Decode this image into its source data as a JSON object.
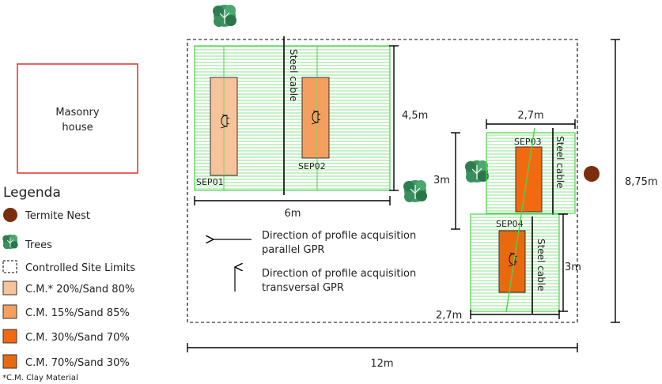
{
  "house": {
    "line1": "Masonry",
    "line2": "house"
  },
  "legend": {
    "title": "Legenda",
    "items": [
      {
        "label": "Termite Nest",
        "color": "#7a2e0e"
      },
      {
        "label": "Trees",
        "color": "#2f7d4f"
      },
      {
        "label": "Controlled Site Limits",
        "color": "#000000"
      },
      {
        "label": "C.M.* 20%/Sand 80%",
        "color": "#f7c39a"
      },
      {
        "label": "C.M. 15%/Sand 85%",
        "color": "#f3a05e"
      },
      {
        "label": "C.M. 30%/Sand 70%",
        "color": "#f26a0f"
      },
      {
        "label": "C.M. 70%/Sand 30%",
        "color": "#e86a10"
      }
    ],
    "footnote": "*C.M. Clay Material"
  },
  "left_plot": {
    "cable_label": "Steel cable",
    "sep01": "SEP01",
    "sep02": "SEP02",
    "width_label": "6m",
    "height_label": "4,5m"
  },
  "right_plot": {
    "cable_label_top": "Steel cable",
    "cable_label_bottom": "Steel cable",
    "sep03": "SEP03",
    "sep04": "SEP04",
    "top_width_label": "2,7m",
    "bottom_width_label": "2,7m",
    "top_height_label": "3m",
    "bottom_height_label": "3m"
  },
  "directions": {
    "parallel_line1": "Direction of profile acquisition",
    "parallel_line2": "parallel GPR",
    "transversal_line1": "Direction of profile acquisition",
    "transversal_line2": "transversal GPR"
  },
  "site": {
    "width_label": "12m",
    "height_label": "8,75m"
  },
  "colors": {
    "grid_green": "#5fd35f",
    "house_red": "#e0312f"
  }
}
